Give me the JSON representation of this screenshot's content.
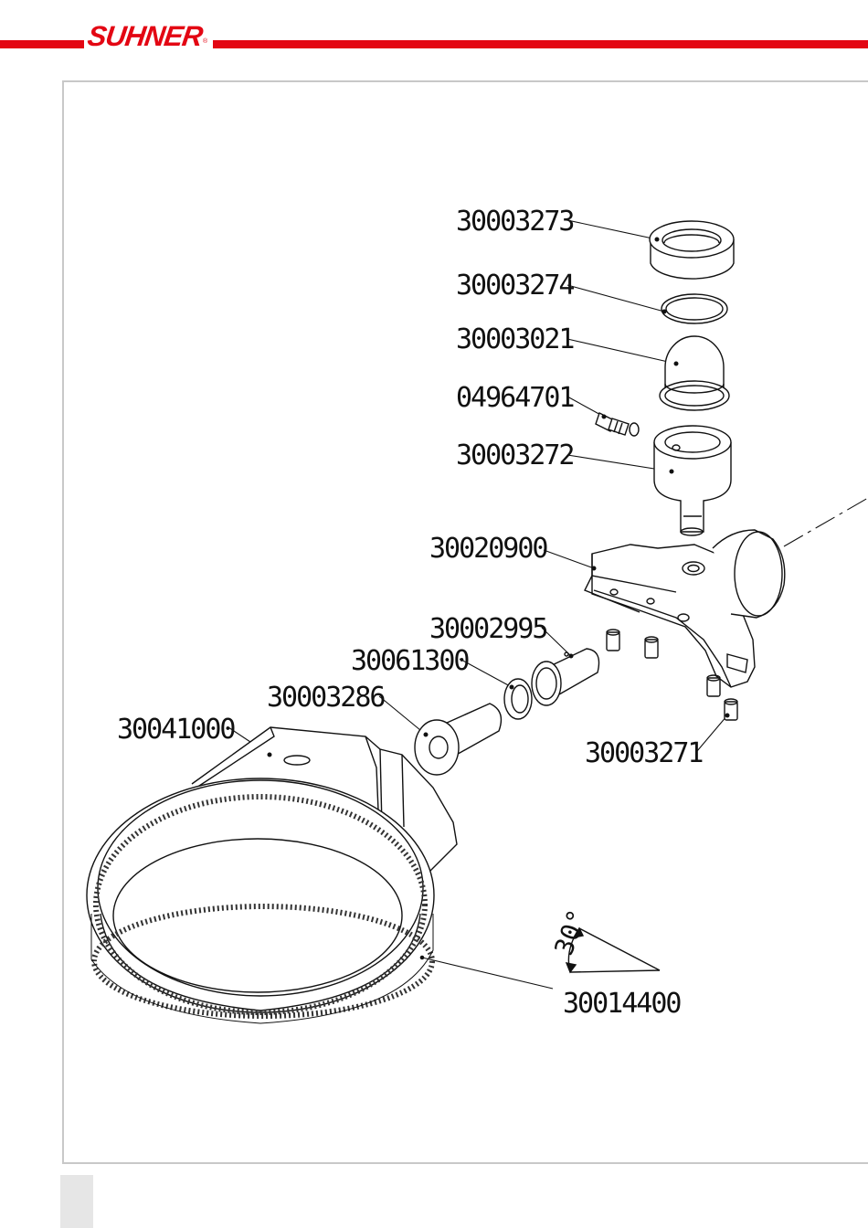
{
  "header": {
    "logo_text": "SUHNER",
    "logo_mark": "®",
    "brand_color": "#e30613"
  },
  "parts": [
    {
      "id": "p1",
      "number": "30003273"
    },
    {
      "id": "p2",
      "number": "30003274"
    },
    {
      "id": "p3",
      "number": "30003021"
    },
    {
      "id": "p4",
      "number": "04964701"
    },
    {
      "id": "p5",
      "number": "30003272"
    },
    {
      "id": "p6",
      "number": "30020900"
    },
    {
      "id": "p7",
      "number": "30002995"
    },
    {
      "id": "p8",
      "number": "30061300"
    },
    {
      "id": "p9",
      "number": "30003286"
    },
    {
      "id": "p10",
      "number": "30041000"
    },
    {
      "id": "p11",
      "number": "30003271"
    },
    {
      "id": "p12",
      "number": "30014400"
    }
  ],
  "angle": {
    "value": "30°"
  }
}
